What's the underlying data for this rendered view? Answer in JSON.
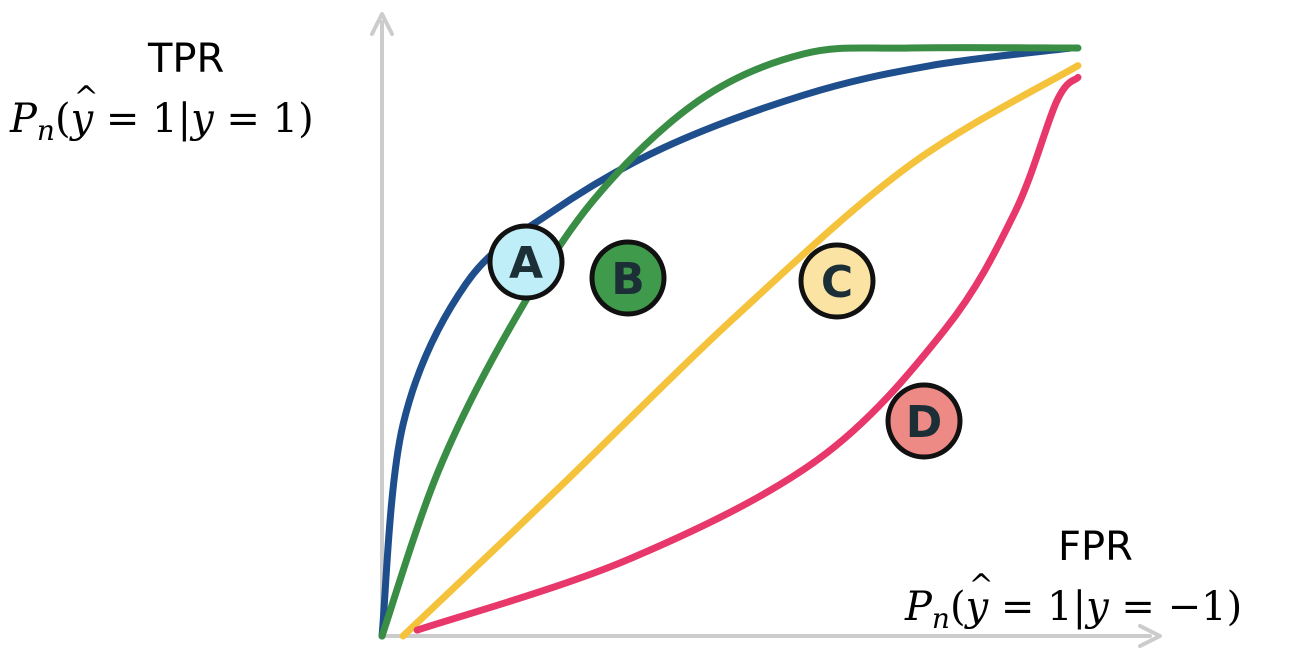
{
  "y_axis": {
    "label": "TPR",
    "expr": {
      "prob": "P",
      "sub": "n",
      "open": "(",
      "pred": "y",
      "eq1": "= 1|",
      "cond": "y",
      "eq2": "= 1)"
    }
  },
  "x_axis": {
    "label": "FPR",
    "expr": {
      "prob": "P",
      "sub": "n",
      "open": "(",
      "pred": "y",
      "eq1": "= 1|",
      "cond": "y",
      "eq2": "= −1)"
    }
  },
  "colors": {
    "axis": "#cccccc",
    "A": "#1f4e8c",
    "B": "#3a8d44",
    "C": "#f5c33b",
    "D": "#e8376a",
    "marker_text": "#1c2f36"
  },
  "curves": [
    {
      "id": "A",
      "label": "A",
      "fill": "#bfeef8",
      "points": [
        [
          0,
          0
        ],
        [
          0.03,
          0.36
        ],
        [
          0.12,
          0.6
        ],
        [
          0.24,
          0.72
        ],
        [
          0.4,
          0.83
        ],
        [
          0.6,
          0.92
        ],
        [
          0.78,
          0.97
        ],
        [
          0.98,
          1.0
        ]
      ]
    },
    {
      "id": "B",
      "label": "B",
      "fill": "#3f9a4c",
      "points": [
        [
          0,
          0
        ],
        [
          0.08,
          0.28
        ],
        [
          0.18,
          0.52
        ],
        [
          0.3,
          0.74
        ],
        [
          0.45,
          0.91
        ],
        [
          0.6,
          0.99
        ],
        [
          0.75,
          1.0
        ],
        [
          0.99,
          1.0
        ]
      ]
    },
    {
      "id": "C",
      "label": "C",
      "fill": "#fbe4a3",
      "points": [
        [
          0.03,
          0
        ],
        [
          0.25,
          0.25
        ],
        [
          0.5,
          0.54
        ],
        [
          0.75,
          0.8
        ],
        [
          0.99,
          0.97
        ]
      ]
    },
    {
      "id": "D",
      "label": "D",
      "fill": "#ee8a86",
      "points": [
        [
          0.05,
          0.01
        ],
        [
          0.35,
          0.13
        ],
        [
          0.62,
          0.3
        ],
        [
          0.8,
          0.52
        ],
        [
          0.9,
          0.72
        ],
        [
          0.96,
          0.91
        ],
        [
          0.99,
          0.95
        ]
      ]
    }
  ]
}
